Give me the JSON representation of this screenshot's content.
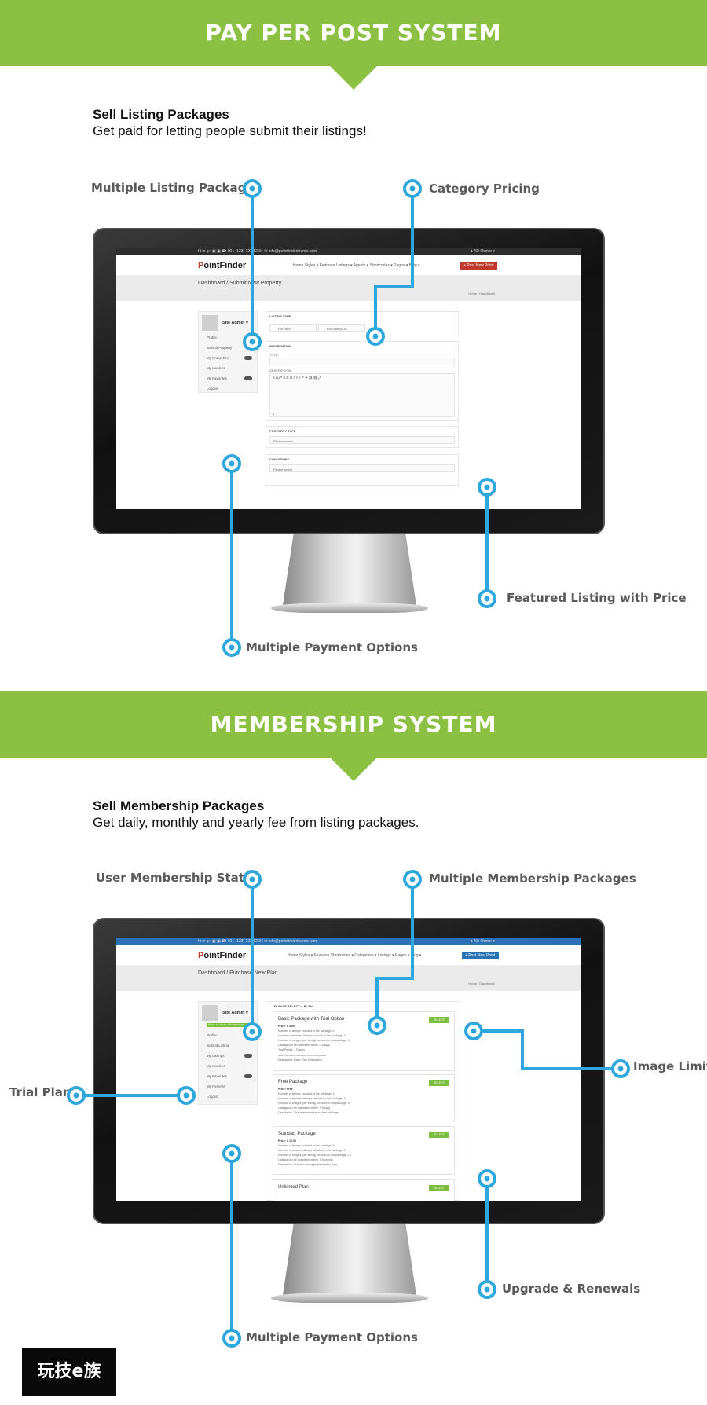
{
  "section1": {
    "banner_title": "PAY PER POST SYSTEM",
    "intro_title": "Sell Listing Packages",
    "intro_sub": "Get paid for letting people submit their listings!",
    "callouts": {
      "multiple_listing_packages": "Multiple Listing Packages",
      "category_pricing": "Category Pricing",
      "featured_listing": "Featured Listing with Price",
      "payment_options": "Multiple Payment Options"
    },
    "screen": {
      "topbar_contact": "f  t  in  g+  ▣  ▣   ☎ 001 (123) 123 12 34   ✉ info@pointfindertheme.com",
      "topbar_user": "♣ AD Owner ▾",
      "logo_a": "P",
      "logo_b": "ointFinder",
      "nav": "Home Styles ▾    Features    Listings ▾    Agents ▾    Shortcodes ▾    Pages ▾    Blog ▾",
      "post_button": "+ Post New Point",
      "breadcrumb_title": "Dashboard / Submit New Property",
      "breadcrumb_path": "Home /  Dashboard",
      "user_name": "Site Admin ▾",
      "side_items": [
        "Profile",
        "Submit Property",
        "My Properties",
        "My Invoices",
        "My Favorites",
        "Logout"
      ],
      "panels": {
        "listing_type": "LISTING TYPE",
        "for_rent": "For Rent",
        "for_sale": "For Sale (€10)",
        "information": "INFORMATION",
        "title_label": "TITLE:",
        "description_label": "DESCRIPTION:",
        "editor_toolbar": "B  I  U  ❝  S  ☰  ☰  ≡  ≡  ≡  ↶  ↷  ⛓  ⛓  ⤢",
        "editor_footer": "p",
        "property_type": "PROPERTY TYPE",
        "please_select": "Please select",
        "conditions": "CONDITIONS",
        "please_select_2": "Please select"
      }
    }
  },
  "section2": {
    "banner_title": "MEMBERSHIP SYSTEM",
    "intro_title": "Sell Membership Packages",
    "intro_sub": "Get daily, monthly and yearly fee from listing packages.",
    "callouts": {
      "user_membership_status": "User Membership Status",
      "multiple_membership_packages": "Multiple Membership Packages",
      "image_limit": "Image Limit",
      "trial_plan": "Trial Plan",
      "upgrade_renewals": "Upgrade & Renewals",
      "payment_options": "Multiple Payment Options"
    },
    "screen": {
      "topbar_contact": "f  t  in  g+  ▣  ▣   ☎ 001 (123) 123 12 34   ✉ info@pointfindertheme.com",
      "topbar_user": "♣ AD Owner ▾",
      "logo_a": "P",
      "logo_b": "ointFinder",
      "nav": "Home Styles ▾    Features    Shortcodes ▾    Categories ▾    Listings ▾    Pages ▾    Blog ▾",
      "post_button": "+ Post New Point",
      "breadcrumb_title": "Dashboard / Purchase New Plan",
      "breadcrumb_path": "Home /  Dashboard",
      "user_name": "Site Admin ▾",
      "membership_badge": "BASIC PACKAGE MEMBERSHIP",
      "side_items": [
        "Profile",
        "Submit Listing",
        "My Listings",
        "My Invoices",
        "My Favorites",
        "My Reviews",
        "Logout"
      ],
      "plans_header": "PLEASE SELECT A PLAN",
      "select_label": "SELECT",
      "plans": [
        {
          "title": "Basic Package with Trial Option",
          "lines": [
            "Price: $ 3.00",
            "Number of listings included in the package: 2",
            "Number of featured listings included in the package: 0",
            "Number of images (per listing) included in the package: 5",
            "Listings can be submitted within: 3 Day(s)",
            "Trial Period: 1 Day(s)",
            "Note: Your listing will expire end of trial period.",
            "Description: Basic Plan Description"
          ]
        },
        {
          "title": "Free Package",
          "lines": [
            "Price: Free",
            "Number of listings included in the package: 1",
            "Number of featured listings included in the package: 0",
            "Number of images (per listing) included in the package: 5",
            "Listings can be submitted within: 3 Day(s)",
            "Description: This is an example for free package"
          ]
        },
        {
          "title": "Standart Package",
          "lines": [
            "Price: $ 10.00",
            "Number of listings included in the package: 5",
            "Number of featured listings included in the package: 2",
            "Number of images (per listing) included in the package: 10",
            "Listings can be submitted within: 1 Month(s)",
            "Description: Standart package description area"
          ]
        },
        {
          "title": "Unlimited Plan",
          "lines": []
        }
      ]
    }
  },
  "watermark": "玩技e族",
  "colors": {
    "banner_green": "#8cc043",
    "callout_blue": "#2ea8dc",
    "label_gray": "#5a5a5a"
  }
}
